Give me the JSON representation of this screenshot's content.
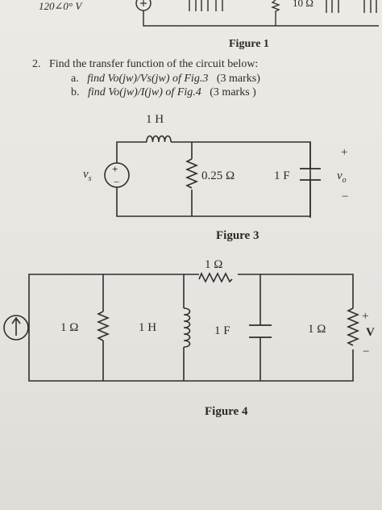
{
  "top_fragment": {
    "source_label": "120∠0° V",
    "resistor_label": "10 Ω"
  },
  "figure1_caption": "Figure 1",
  "question": {
    "number": "2.",
    "text": "Find the transfer function of the circuit below:",
    "parts": [
      {
        "label": "a.",
        "text": "find Vo(jw)/Vs(jw) of Fig.3",
        "marks": "(3 marks)"
      },
      {
        "label": "b.",
        "text": "find Vo(jw)/I(jw) of Fig.4",
        "marks": "(3 marks )"
      }
    ]
  },
  "figure3": {
    "caption": "Figure 3",
    "inductor_label": "1 H",
    "source_label": "v",
    "source_sub": "s",
    "source_plus": "+",
    "source_minus": "−",
    "resistor_label": "0.25 Ω",
    "capacitor_label": "1 F",
    "output_label": "v",
    "output_sub": "o",
    "output_plus": "+",
    "output_minus": "−"
  },
  "figure4": {
    "caption": "Figure 4",
    "top_resistor_label": "1 Ω",
    "resistor1_label": "1 Ω",
    "inductor_label": "1 H",
    "capacitor_label": "1 F",
    "resistor2_label": "1 Ω",
    "output_plus": "+",
    "output_label": "V",
    "output_minus": "−"
  }
}
